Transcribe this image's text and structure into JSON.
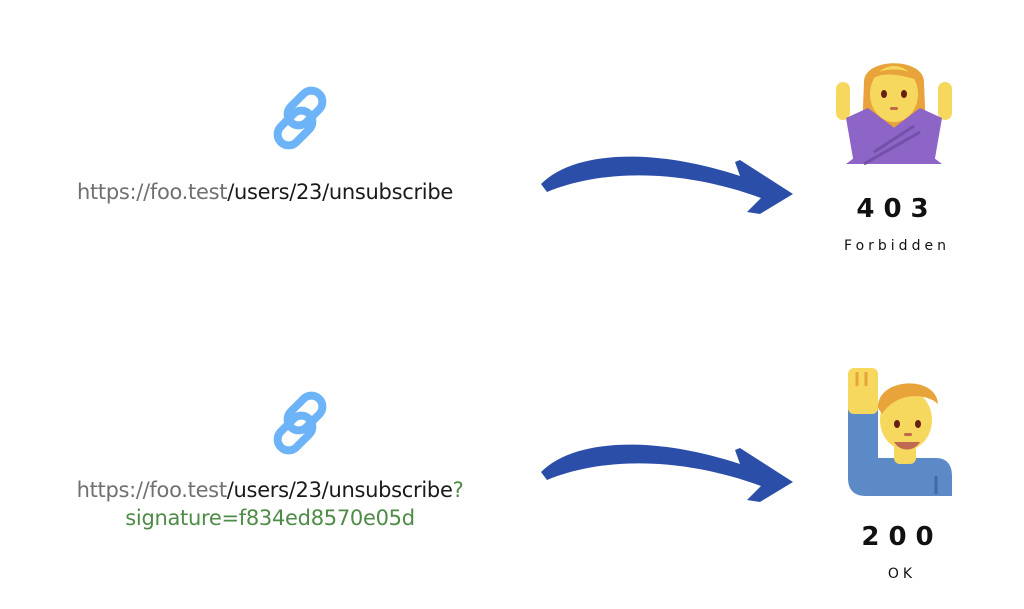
{
  "rows": [
    {
      "icon": "link-icon",
      "url": {
        "host": "https://foo.test",
        "path": "/users/23/unsubscribe",
        "query_sep": "",
        "query": ""
      },
      "arrow": "curved-arrow-icon",
      "result": {
        "emoji": "person-gesturing-no-icon",
        "code": "403",
        "label": "Forbidden"
      }
    },
    {
      "icon": "link-icon",
      "url": {
        "host": "https://foo.test",
        "path": "/users/23/unsubscribe",
        "query_sep": "?",
        "query": "signature=f834ed8570e05d"
      },
      "arrow": "curved-arrow-icon",
      "result": {
        "emoji": "person-raising-hand-icon",
        "code": "200",
        "label": "OK"
      }
    }
  ],
  "colors": {
    "link_icon": "#6db3f8",
    "arrow": "#2b4ea8",
    "host_text": "#707070",
    "path_text": "#1a1a1a",
    "signature_text": "#4e8b46"
  }
}
